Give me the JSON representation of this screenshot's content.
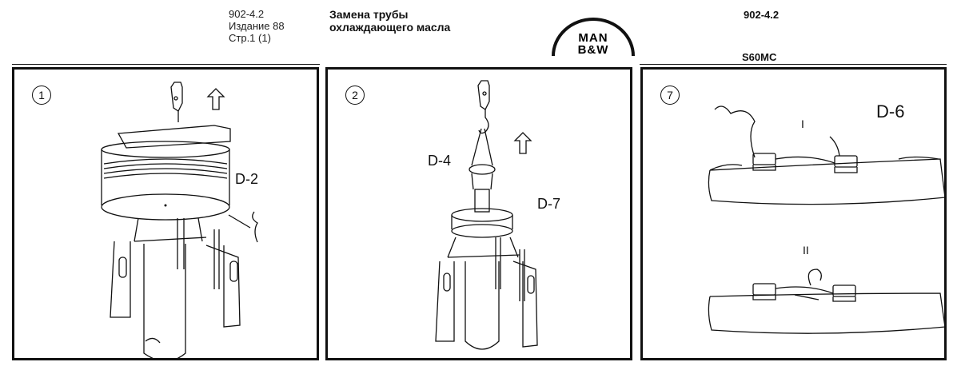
{
  "header": {
    "doc_number": "902-4.2",
    "edition": "Издание 88",
    "page": "Стр.1 (1)",
    "title_line1": "Замена трубы",
    "title_line2": "охлаждающего масла",
    "logo_line1": "MAN",
    "logo_line2": "B&W",
    "doc_number_right": "902-4.2",
    "engine_model": "S60MC"
  },
  "panels": [
    {
      "step": "1",
      "labels": [
        "D-2"
      ],
      "icon": "lift-arrow-up-icon"
    },
    {
      "step": "2",
      "labels": [
        "D-4",
        "D-7"
      ],
      "icon": "lift-arrow-up-icon"
    },
    {
      "step": "7",
      "labels": [
        "D-6"
      ],
      "sub_labels": [
        "I",
        "II"
      ]
    }
  ]
}
